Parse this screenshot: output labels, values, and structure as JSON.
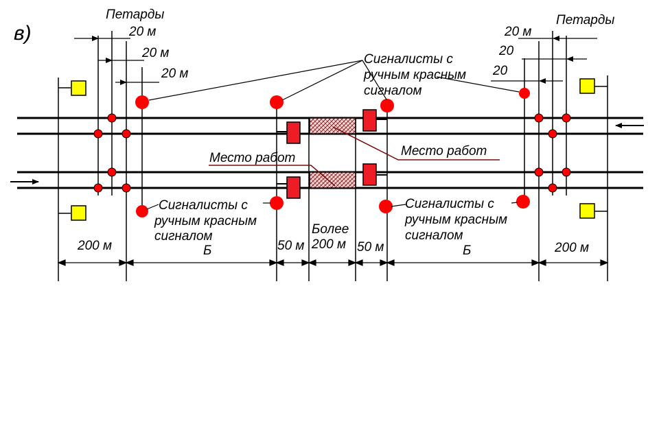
{
  "figure": {
    "letter": "в)",
    "petards_label": "Петарды",
    "dist_20m": "20 м",
    "dist_20": "20",
    "signalmen_line1": "Сигналисты с",
    "signalmen_line2": "ручным красным",
    "signalmen_line3": "сигналом",
    "work_site": "Место работ",
    "dist_200m": "200 м",
    "dist_50m": "50 м",
    "dist_B": "Б",
    "more_than_line1": "Более",
    "more_than_line2": "200 м"
  },
  "colors": {
    "signal_red": "#ff0000",
    "barrier_red": "#ee1c24",
    "sign_yellow": "#ffff00",
    "leader_dark_red": "#7a0a0a",
    "track_black": "#000000"
  },
  "icons": {
    "petard": "red-dot-icon",
    "signalman": "red-circle-icon",
    "stop_sign": "rectangular-red-shield-icon",
    "boundary_sign": "yellow-square-sign-icon",
    "work_zone": "hatched-rectangle",
    "direction": "arrow-icon"
  }
}
